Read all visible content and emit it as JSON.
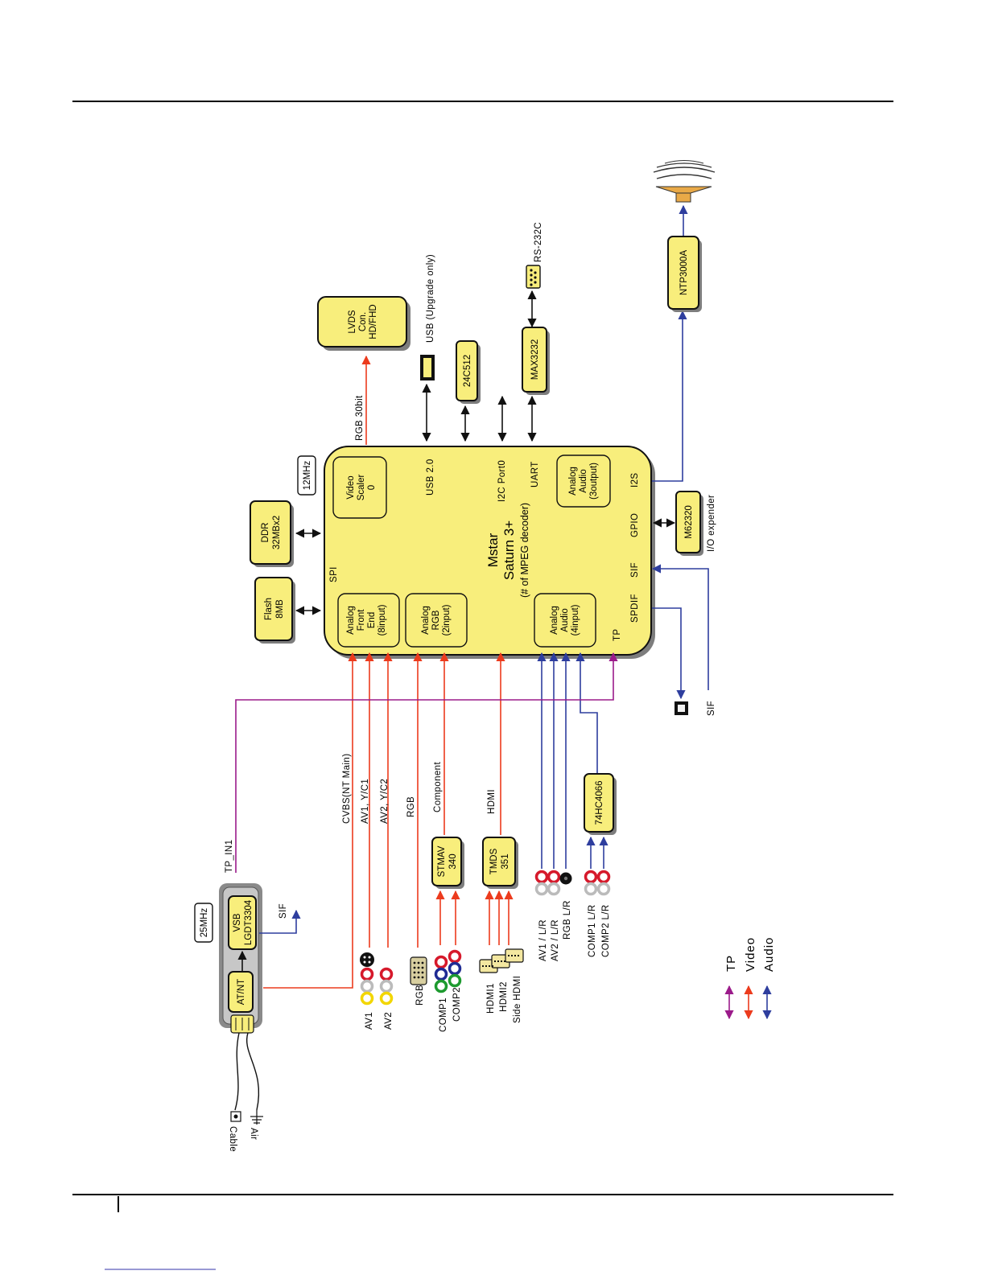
{
  "diagram": {
    "main_chip": {
      "name": "Mstar",
      "model": "Saturn 3+",
      "note": "(# of MPEG decoder)"
    },
    "main_ports": {
      "spi": "SPI",
      "usb": "USB 2.0",
      "i2c": "I2C Port0",
      "uart": "UART",
      "i2s": "I2S",
      "gpio": "GPIO",
      "sif": "SIF",
      "spdif": "SPDIF",
      "tp": "TP"
    },
    "sub_blocks": {
      "video_scaler": [
        "Video",
        "Scaler",
        "0"
      ],
      "analog_audio_out": [
        "Analog",
        "Audio",
        "(3output)"
      ],
      "analog_audio_in": [
        "Analog",
        "Audio",
        "(4input)"
      ],
      "analog_rgb": [
        "Analog",
        "RGB",
        "(2input)"
      ],
      "analog_front_end": [
        "Analog",
        "Front",
        "End",
        "(8input)"
      ]
    },
    "chips": {
      "flash": [
        "Flash",
        "8MB"
      ],
      "ddr": [
        "DDR",
        "32MBx2"
      ],
      "clock_12": "12MHz",
      "clock_25": "25MHz",
      "lvds": [
        "LVDS",
        "Con.",
        "HD/FHD"
      ],
      "eeprom": "24C512",
      "max": "MAX3232",
      "ntp": "NTP3000A",
      "m62320": "M62320",
      "stmav": [
        "STMAV",
        "340"
      ],
      "tmds": [
        "TMDS",
        "351"
      ],
      "hc4066": "74HC4066",
      "vsb": [
        "VSB",
        "LGDT3304"
      ],
      "atnt": "AT/NT"
    },
    "signal_labels": {
      "rgb30": "RGB 30bit",
      "usb_up": "USB (Upgrade only)",
      "rs232": "RS-232C",
      "io_exp": "I/O expender",
      "sif_bottom": "SIF",
      "sif_tuner": "SIF",
      "tp_in1": "TP_IN1",
      "cvbs": "CVBS(NT Main)",
      "av1yc": "AV1, Y/C1",
      "av2yc": "AV2, Y/C2",
      "rgb": "RGB",
      "component": "Component",
      "hdmi": "HDMI"
    },
    "connectors": {
      "air": "Air",
      "cable": "Cable",
      "av1": "AV1",
      "av2": "AV2",
      "rgb": "RGB",
      "comp1": "COMP1",
      "comp2": "COMP2",
      "hdmi1": "HDMI1",
      "hdmi2": "HDMI2",
      "side_hdmi": "Side HDMI",
      "av1_lr": "AV1 / L/R",
      "av2_lr": "AV2 / L/R",
      "rgb_lr": "RGB L/R",
      "comp1_lr": "COMP1 L/R",
      "comp2_lr": "COMP2 L/R"
    },
    "legend": [
      {
        "label": "TP",
        "color": "#9b1b8a"
      },
      {
        "label": "Video",
        "color": "#ec3b1d"
      },
      {
        "label": "Audio",
        "color": "#2e3e9e"
      }
    ]
  },
  "colors": {
    "video": "#ec3b1d",
    "audio": "#2e3e9e",
    "tp": "#9b1b8a",
    "block_fill": "#f8ee7c"
  }
}
